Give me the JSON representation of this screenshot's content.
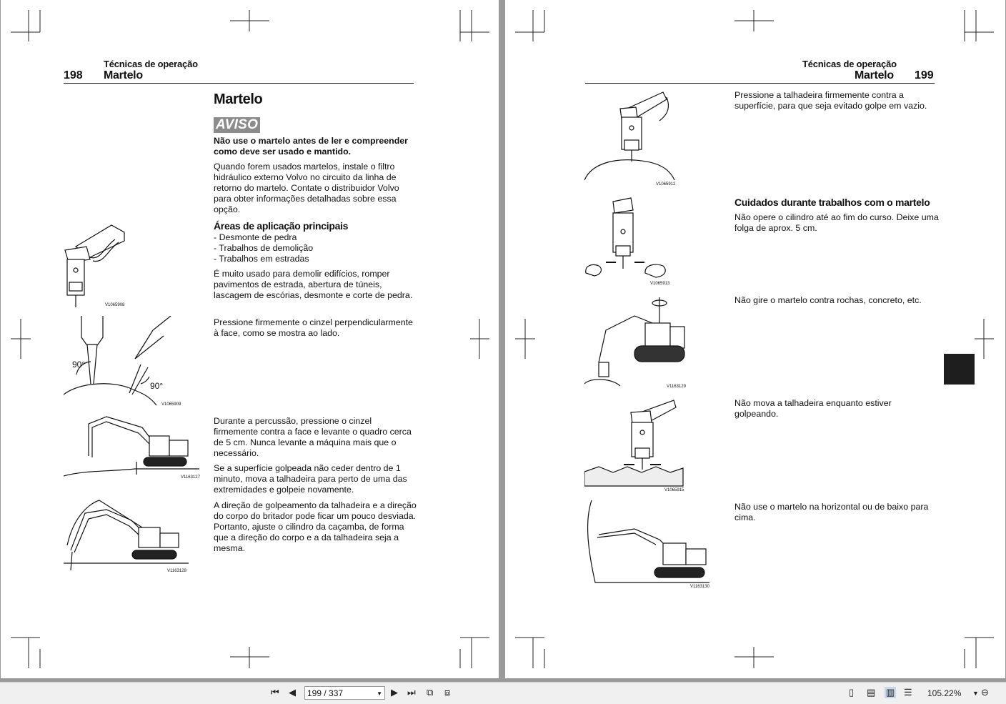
{
  "left_page": {
    "section": "Técnicas de operação",
    "title": "Martelo",
    "page_number": "198",
    "heading": "Martelo",
    "warning_label": "AVISO",
    "warning_text_1": "Não use o martelo antes de ler e compreender",
    "warning_text_2": "como deve ser usado e mantido.",
    "intro": [
      "Quando forem usados martelos, instale o filtro",
      "hidráulico externo Volvo no circuito da linha de",
      "retorno do martelo. Contate o distribuidor Volvo",
      "para obter informações detalhadas sobre essa",
      "opção."
    ],
    "subheading": "Áreas de aplicação principais",
    "bullets": [
      "-  Desmonte de pedra",
      "-  Trabalhos de demolição",
      "-  Trabalhos em estradas"
    ],
    "usage": [
      "É muito usado para demolir edifícios, romper",
      "pavimentos de estrada, abertura de túneis,",
      "lascagem de escórias, desmonte e corte de pedra."
    ],
    "press_text": [
      "Pressione firmemente o cinzel perpendicularmente",
      "à face, como se mostra ao lado."
    ],
    "percussion_text": [
      "Durante a percussão, pressione o cinzel",
      "firmemente contra a face e levante o quadro cerca",
      "de 5 cm. Nunca levante a máquina mais que o",
      "necessário."
    ],
    "surface_text": [
      "Se a superfície golpeada não ceder dentro de 1",
      "minuto, mova a talhadeira para perto de uma das",
      "extremidades e golpeie novamente."
    ],
    "direction_text": [
      "A direção de golpeamento da talhadeira e a direção",
      "do corpo do britador pode ficar um pouco desviada.",
      "Portanto, ajuste o cilindro da caçamba, de forma",
      "que a direção do corpo e a da talhadeira seja a",
      "mesma."
    ],
    "fig_codes": [
      "V1065908",
      "V1065909",
      "V1163127",
      "V1163128"
    ],
    "angle_label": "90°"
  },
  "right_page": {
    "section": "Técnicas de operação",
    "title": "Martelo",
    "page_number": "199",
    "press_text": [
      "Pressione a talhadeira firmemente contra a",
      "superfície, para que seja evitado golpe em vazio."
    ],
    "care_heading": "Cuidados durante trabalhos com o martelo",
    "care_text": [
      "Não opere o cilindro até ao fim do curso. Deixe uma",
      "folga de aprox. 5 cm."
    ],
    "rotate_text": "Não gire o martelo contra rochas, concreto, etc.",
    "move_text": [
      "Não mova a talhadeira enquanto estiver",
      "golpeando."
    ],
    "horizontal_text": [
      "Não use o martelo na horizontal ou de baixo para",
      "cima."
    ],
    "fig_codes": [
      "V1065912",
      "V1065913",
      "V1163129",
      "V1065915",
      "V1163130"
    ]
  },
  "toolbar": {
    "page_field": "199 / 337",
    "zoom": "105.22%",
    "icons": [
      "first-page-icon",
      "prev-page-icon",
      "next-page-icon",
      "last-page-icon",
      "fit-icon",
      "layout-icon",
      "single-page-icon",
      "continuous-icon",
      "two-page-icon",
      "scroll-icon",
      "zoom-out-icon"
    ]
  },
  "colors": {
    "aviso_bg": "#8c8c8c",
    "viewer_bg": "#9a9a9a",
    "tab_mark": "#1e1e1e"
  }
}
